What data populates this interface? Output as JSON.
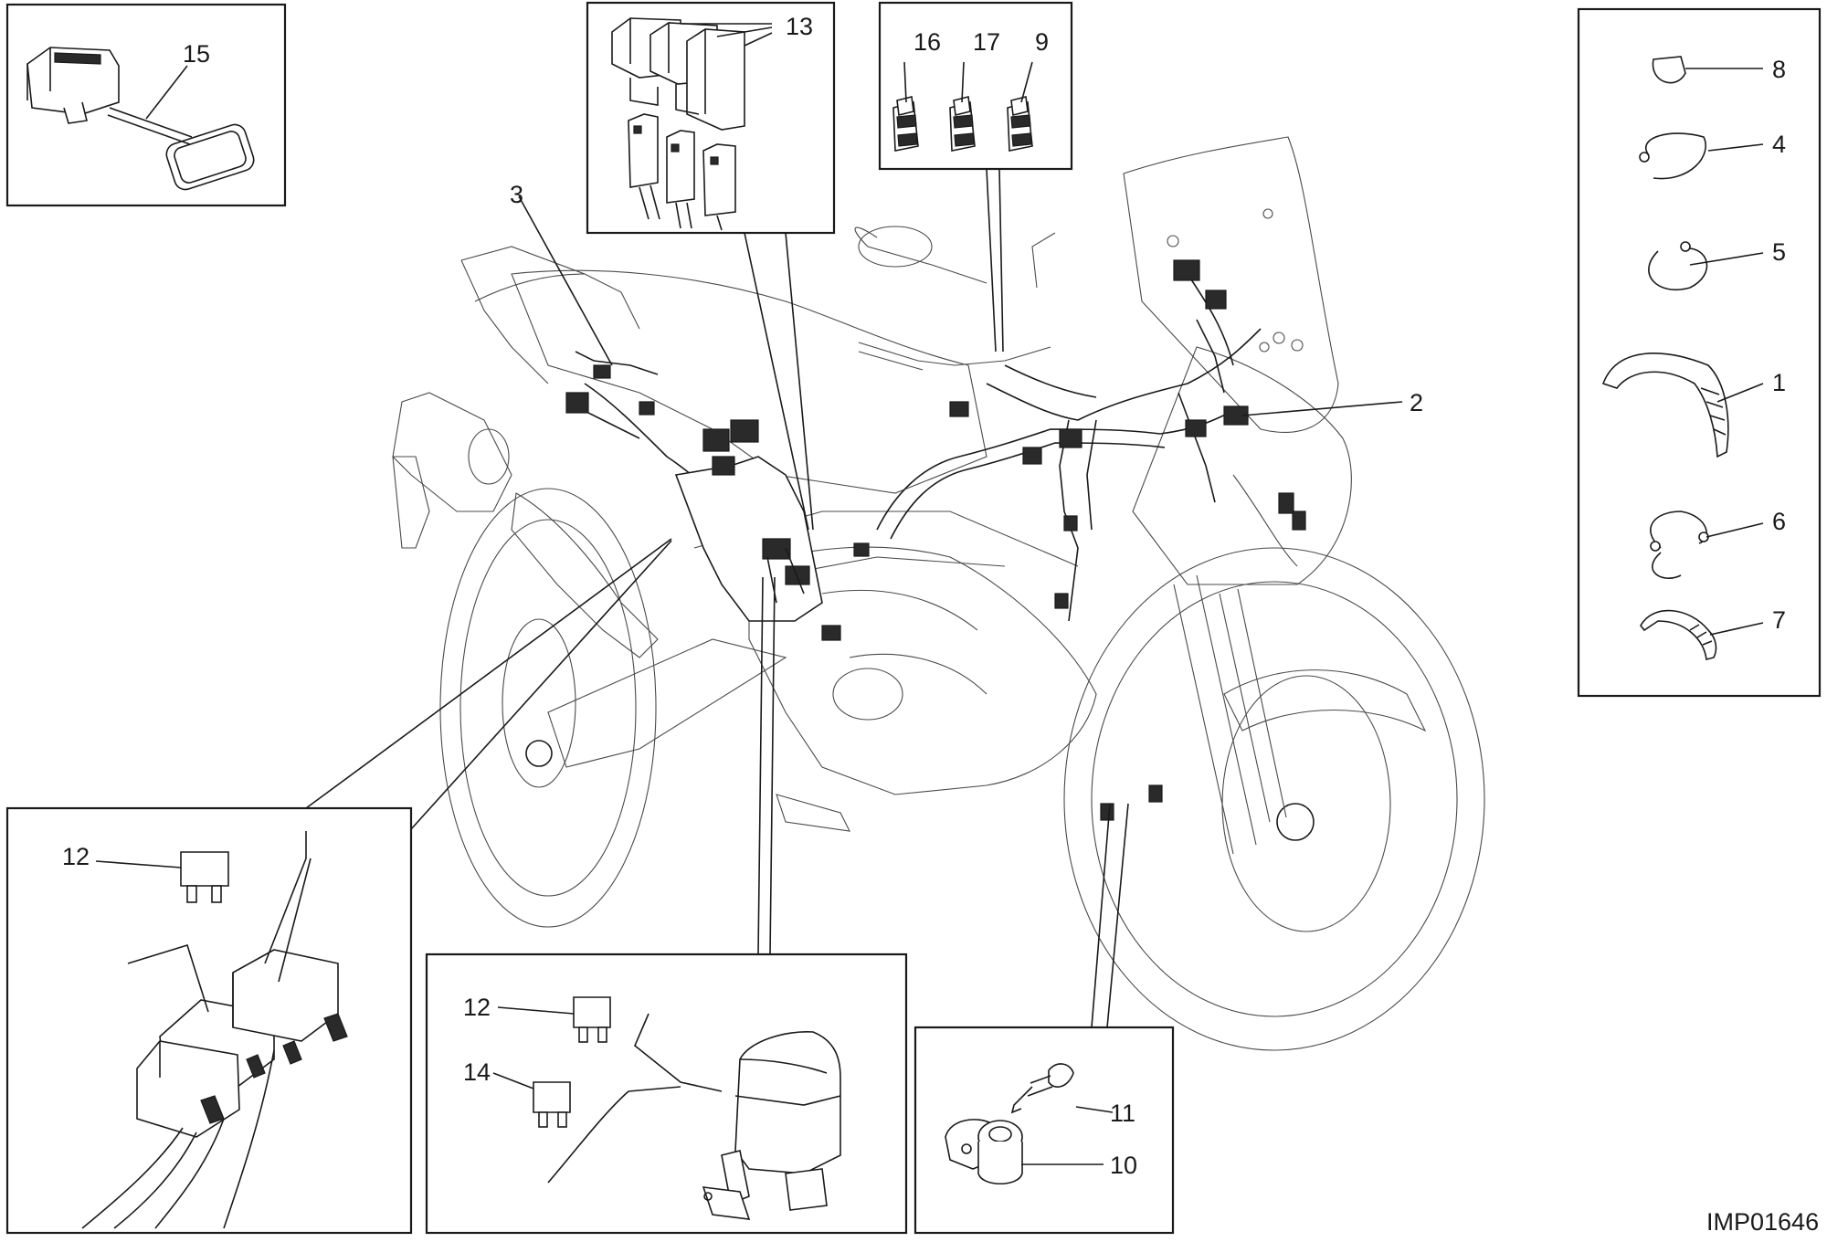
{
  "diagram": {
    "code": "IMP01646",
    "labels": {
      "n1": "1",
      "n2": "2",
      "n3": "3",
      "n4": "4",
      "n5": "5",
      "n6": "6",
      "n7": "7",
      "n8": "8",
      "n9": "9",
      "n10": "10",
      "n11": "11",
      "n12a": "12",
      "n12b": "12",
      "n13": "13",
      "n14": "14",
      "n15": "15",
      "n16": "16",
      "n17": "17"
    }
  }
}
